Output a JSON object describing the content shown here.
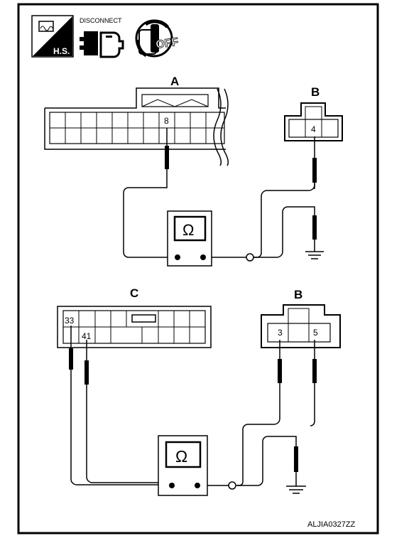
{
  "icons": {
    "hs_label": "H.S.",
    "disconnect_label": "DISCONNECT",
    "switch_label": "OFF"
  },
  "top": {
    "connector_a_label": "A",
    "connector_a_pin": "8",
    "connector_b_label": "B",
    "connector_b_pin": "4",
    "meter_symbol": "Ω"
  },
  "bottom": {
    "connector_c_label": "C",
    "connector_c_pin_1": "33",
    "connector_c_pin_2": "41",
    "connector_b_label": "B",
    "connector_b_pin_1": "3",
    "connector_b_pin_2": "5",
    "meter_symbol": "Ω"
  },
  "figure_code": "ALJIA0327ZZ"
}
